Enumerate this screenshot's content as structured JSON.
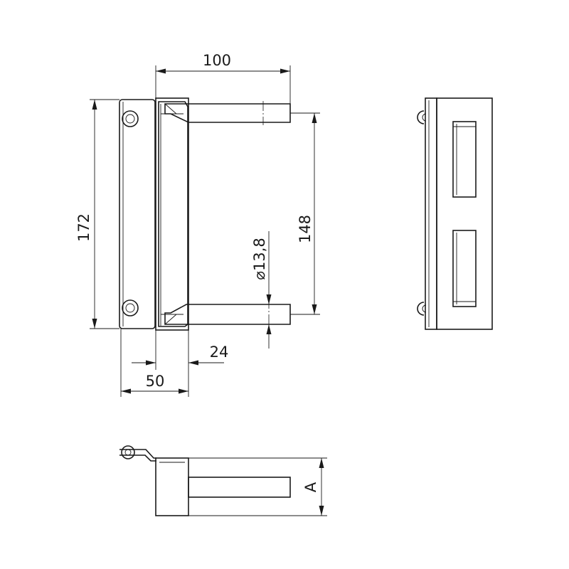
{
  "dimensions": {
    "width_top": "100",
    "height_left": "172",
    "height_right": "148",
    "diameter": "⌀13,8",
    "offset_24": "24",
    "width_50": "50",
    "label_a": "A"
  },
  "colors": {
    "line": "#1a1a1a",
    "background": "#ffffff"
  }
}
